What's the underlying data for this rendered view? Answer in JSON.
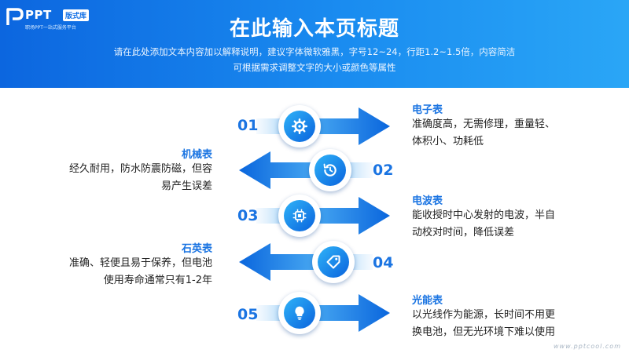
{
  "brand": {
    "name": "PPT",
    "badge": "版式库",
    "tagline": "职场PPT一站式服务平台"
  },
  "header": {
    "title": "在此输入本页标题",
    "subtitle_line1": "请在此处添加文本内容加以解释说明，建议字体微软雅黑，字号12~24，行距1.2~1.5倍，内容简洁",
    "subtitle_line2": "可根据需求调整文字的大小或颜色等属性"
  },
  "items": [
    {
      "number": "01",
      "title": "电子表",
      "desc_line1": "准确度高，无需修理，重量轻、",
      "desc_line2": "体积小、功耗低",
      "icon": "gear-icon",
      "direction": "right"
    },
    {
      "number": "02",
      "title": "机械表",
      "desc_line1": "经久耐用，防水防震防磁，但容",
      "desc_line2": "易产生误差",
      "icon": "history-clock-icon",
      "direction": "left"
    },
    {
      "number": "03",
      "title": "电波表",
      "desc_line1": "能收授时中心发射的电波，半自",
      "desc_line2": "动校对时间，降低误差",
      "icon": "chip-icon",
      "direction": "right"
    },
    {
      "number": "04",
      "title": "石英表",
      "desc_line1": "准确、轻便且易于保养，但电池",
      "desc_line2": "使用寿命通常只有1-2年",
      "icon": "tag-icon",
      "direction": "left"
    },
    {
      "number": "05",
      "title": "光能表",
      "desc_line1": "以光线作为能源，长时间不用更",
      "desc_line2": "换电池，但无光环境下难以使用",
      "icon": "lightbulb-icon",
      "direction": "right"
    }
  ],
  "watermark": "www.pptcool.com",
  "colors": {
    "accent": "#1a74e2",
    "header_start": "#0c66df",
    "header_end": "#2aa6f6"
  }
}
